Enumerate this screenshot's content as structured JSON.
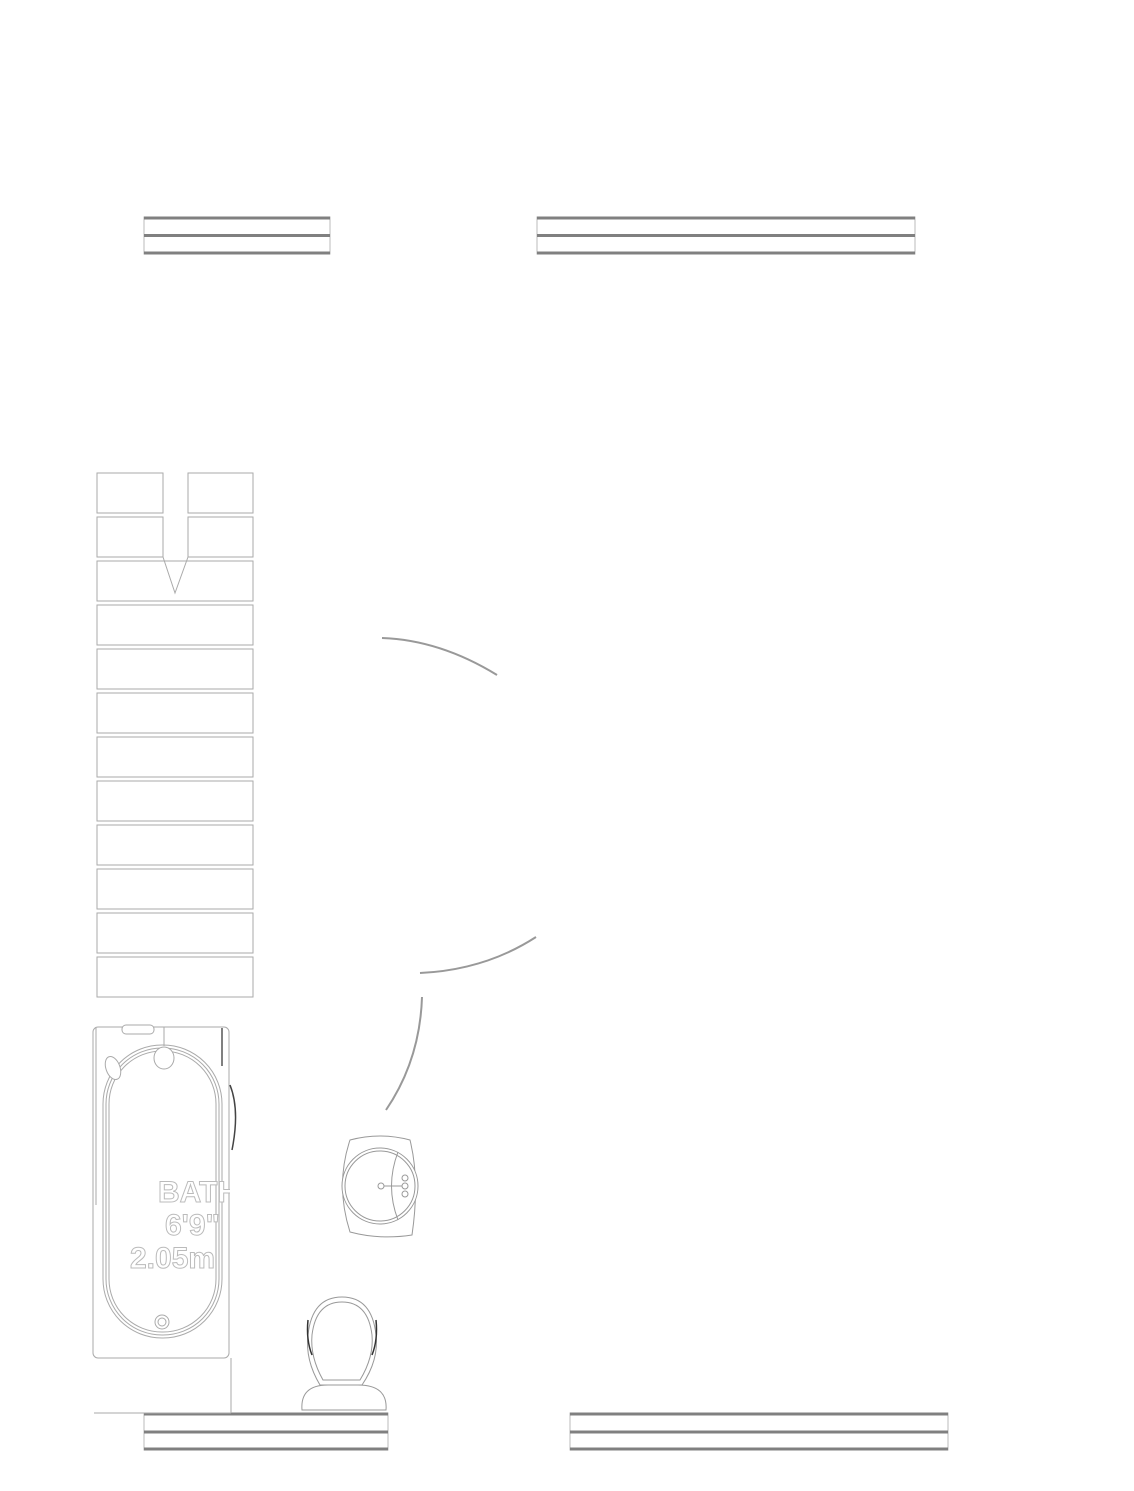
{
  "bath_label": {
    "name": "BATH",
    "imperial": "6'9\"",
    "metric": "2.05m"
  },
  "colors": {
    "wall": "#808080",
    "fixture": "#999999",
    "arc": "#999999"
  }
}
